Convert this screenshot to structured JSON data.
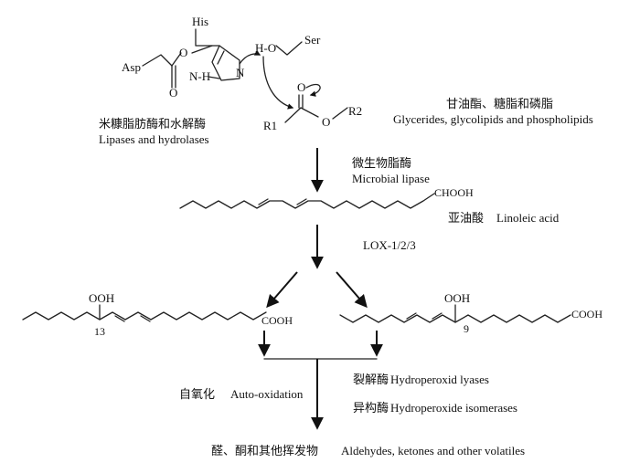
{
  "enzyme_mechanism": {
    "his": "His",
    "ser": "Ser",
    "asp": "Asp",
    "o_ester": "O",
    "o_carbonyl": "O",
    "n_h": "N-H",
    "n_ring": "N",
    "h_o": "H-O",
    "r1": "R1",
    "r2": "R2",
    "o_substrate_carbonyl": "O",
    "o_substrate_ester": "O"
  },
  "labels": {
    "lipases_zh": "米糠脂肪酶和水解酶",
    "lipases_en": "Lipases and hydrolases",
    "substrates_zh": "甘油酯、糖脂和磷脂",
    "substrates_en": "Glycerides, glycolipids and phospholipids",
    "microbial_zh": "微生物脂酶",
    "microbial_en": "Microbial lipase",
    "linoleic_cooh": "CHOOH",
    "linoleic_zh": "亚油酸",
    "linoleic_en": "Linoleic acid",
    "lox": "LOX-1/2/3",
    "hpo13_ooh": "OOH",
    "hpo13_pos": "13",
    "hpo13_cooh": "COOH",
    "hpo9_ooh": "OOH",
    "hpo9_pos": "9",
    "hpo9_cooh": "COOH",
    "autoox_zh": "自氧化",
    "autoox_en": "Auto-oxidation",
    "lyase_zh": "裂解酶",
    "lyase_en": "Hydroperoxid lyases",
    "isomerase_zh": "异构酶",
    "isomerase_en": "Hydroperoxide isomerases",
    "products_zh": "醛、酮和其他挥发物",
    "products_en": "Aldehydes, ketones and other volatiles"
  }
}
